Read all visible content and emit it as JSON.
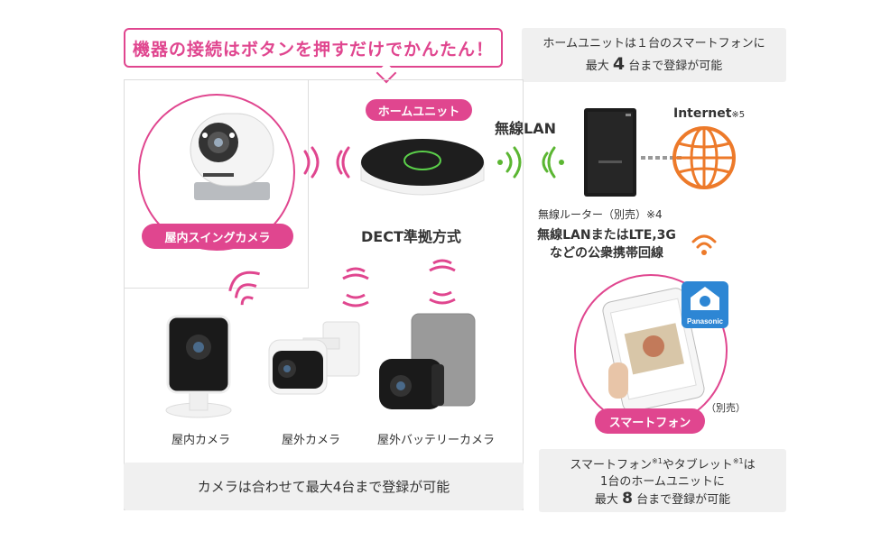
{
  "callout": {
    "text": "機器の接続はボタンを押すだけでかんたん！"
  },
  "home_info": {
    "line1": "ホームユニットは１台のスマートフォンに",
    "line2_pre": "最大",
    "line2_num": "4",
    "line2_post": "台まで登録が可能"
  },
  "home_unit": {
    "label": "ホームユニット",
    "protocol": "DECT準拠方式"
  },
  "wireless_lan": "無線LAN",
  "internet": {
    "label": "Internet",
    "note": "※5"
  },
  "router": {
    "label": "無線ルーター（別売）※4"
  },
  "mobile": {
    "line1": "無線LANまたはLTE,3G",
    "line2": "などの公衆携帯回線"
  },
  "indoor_swing": {
    "label": "屋内スイングカメラ"
  },
  "cameras": [
    {
      "label": "屋内カメラ"
    },
    {
      "label": "屋外カメラ"
    },
    {
      "label": "屋外バッテリーカメラ"
    }
  ],
  "camera_limit": "カメラは合わせて最大4台まで登録が可能",
  "smartphone": {
    "label": "スマートフォン",
    "sold_separately": "（別売）"
  },
  "app_icon": {
    "label": "Panasonic"
  },
  "device_info": {
    "line1_a": "スマートフォン",
    "line1_sup1": "※1",
    "line1_b": "やタブレット",
    "line1_sup2": "※1",
    "line1_c": "は",
    "line2": "1台のホームユニットに",
    "line3_pre": "最大",
    "line3_num": "8",
    "line3_post": "台まで登録が可能"
  },
  "colors": {
    "pink": "#e0468f",
    "green": "#5bb632",
    "orange": "#ed7a2a",
    "gray_box": "#f0f0f0"
  }
}
